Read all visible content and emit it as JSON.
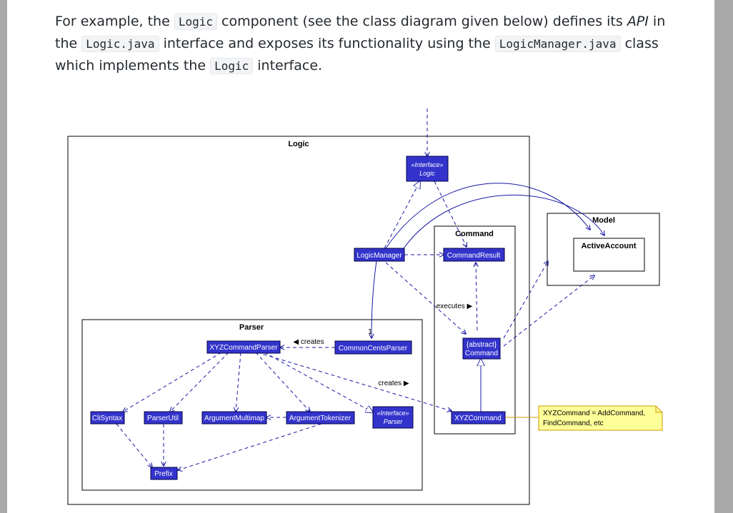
{
  "paragraph": {
    "t1": "For example, the ",
    "code_logic": "Logic",
    "t2": " component (see the class diagram given below) defines its ",
    "api": "API",
    "t3": " in the ",
    "code_logic_java": "Logic.java",
    "t4": " interface and exposes its functionality using the ",
    "code_logicmanager_java": "LogicManager.java",
    "t5": " class which implements the ",
    "code_logic_2": "Logic",
    "t6": " interface."
  },
  "diagram": {
    "packages": {
      "logic": "Logic",
      "parser": "Parser",
      "command": "Command",
      "model": "Model",
      "active_account": "ActiveAccount"
    },
    "classes": {
      "interface_logic_stereotype": "«Interface»",
      "interface_logic_name": "Logic",
      "logic_manager": "LogicManager",
      "command_result": "CommandResult",
      "abstract_command_stereotype": "{abstract}",
      "abstract_command_name": "Command",
      "xyz_command": "XYZCommand",
      "xyz_command_parser": "XYZCommandParser",
      "common_cents_parser": "CommonCentsParser",
      "interface_parser_stereotype": "«Interface»",
      "interface_parser_name": "Parser",
      "cli_syntax": "CliSyntax",
      "parser_util": "ParserUtil",
      "argument_multimap": "ArgumentMultimap",
      "argument_tokenizer": "ArgumentTokenizer",
      "prefix": "Prefix"
    },
    "labels": {
      "creates_left": "◀ creates",
      "creates_right": "creates ▶",
      "executes": "executes ▶",
      "multiplicity_one": "1"
    },
    "note": {
      "line1": "XYZCommand = AddCommand,",
      "line2": "FindCommand, etc"
    },
    "colors": {
      "class_fill": "#3333cc",
      "edge": "#1a1aa3",
      "note_fill": "#ffff99",
      "note_border": "#cc9900"
    }
  }
}
